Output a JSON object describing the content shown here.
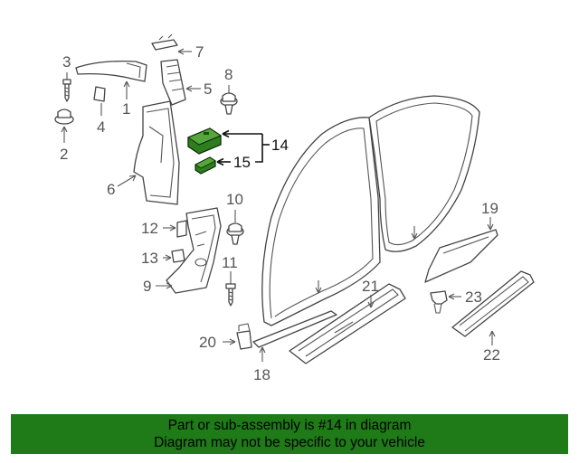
{
  "callouts": {
    "c1": "1",
    "c2": "2",
    "c3": "3",
    "c4": "4",
    "c5": "5",
    "c6": "6",
    "c7": "7",
    "c8": "8",
    "c9": "9",
    "c10": "10",
    "c11": "11",
    "c12": "12",
    "c13": "13",
    "c14": "14",
    "c15": "15",
    "c18": "18",
    "c19": "19",
    "c20": "20",
    "c21": "21",
    "c22": "22",
    "c23": "23"
  },
  "colors": {
    "highlight_part": "#2e7d1e",
    "banner_background": "#1f7a18",
    "banner_text": "#000000"
  },
  "banner": {
    "line1": "Part or sub-assembly is #14 in diagram",
    "line2": "Diagram may not be specific to your vehicle"
  }
}
